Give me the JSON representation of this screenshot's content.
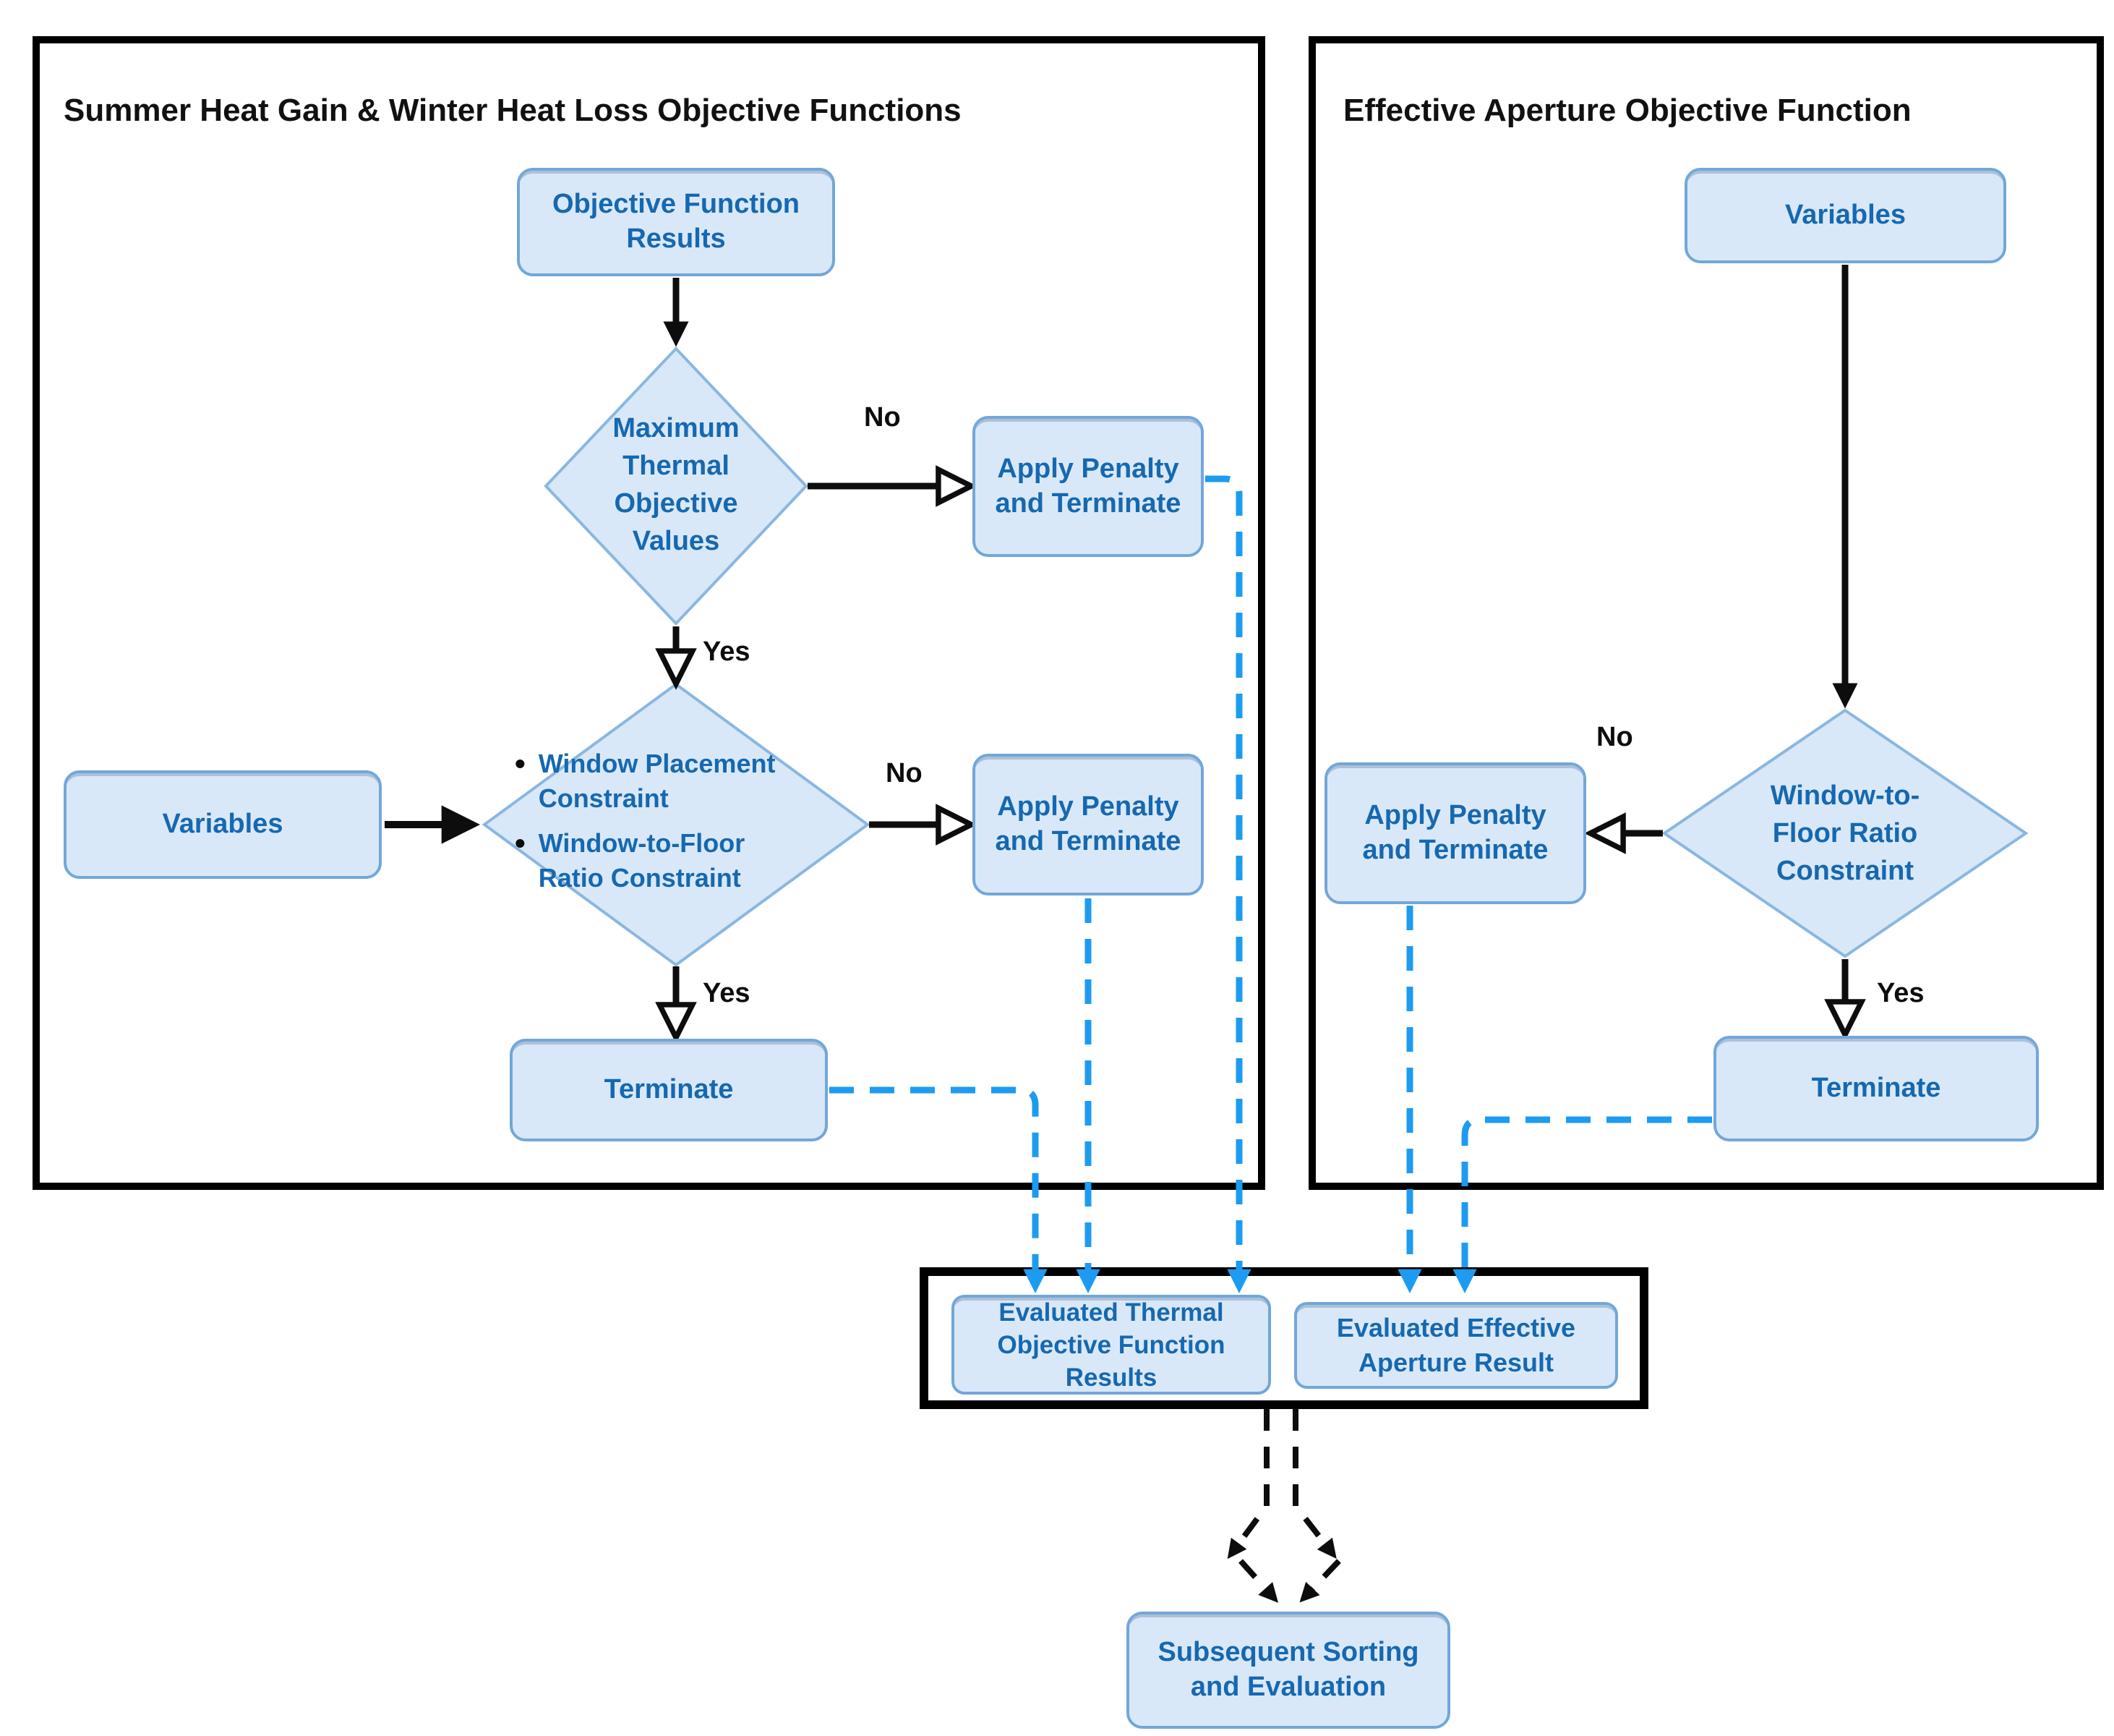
{
  "diagram": {
    "colors": {
      "node_fill": "#d9e8f8",
      "node_border": "#72a7d8",
      "node_text": "#1668b0",
      "diamond_border": "#8ab7e0",
      "black_line": "#0d0d0d",
      "blue_dashed_line": "#1d9bf0",
      "panel_border": "#000000"
    },
    "bullet": "•",
    "left_panel": {
      "title": "Summer Heat Gain & Winter Heat Loss Objective Functions",
      "nodes": {
        "objective_results": "Objective Function\nResults",
        "max_thermal": "Maximum\nThermal\nObjective\nValues",
        "apply_penalty_top": "Apply Penalty\nand Terminate",
        "variables": "Variables",
        "constraint_1": "Window Placement\nConstraint",
        "constraint_2": "Window-to-Floor\nRatio Constraint",
        "apply_penalty_bottom": "Apply Penalty\nand Terminate",
        "terminate": "Terminate"
      },
      "labels": {
        "no_top": "No",
        "yes_top": "Yes",
        "no_bottom": "No",
        "yes_bottom": "Yes"
      }
    },
    "right_panel": {
      "title": "Effective Aperture Objective Function",
      "nodes": {
        "variables": "Variables",
        "wfr_constraint": "Window-to-\nFloor Ratio\nConstraint",
        "apply_penalty": "Apply Penalty\nand Terminate",
        "terminate": "Terminate"
      },
      "labels": {
        "no": "No",
        "yes": "Yes"
      }
    },
    "results_box": {
      "evaluated_thermal": "Evaluated Thermal\nObjective Function\nResults",
      "evaluated_aperture": "Evaluated Effective\nAperture Result"
    },
    "subsequent": "Subsequent Sorting\nand Evaluation"
  }
}
